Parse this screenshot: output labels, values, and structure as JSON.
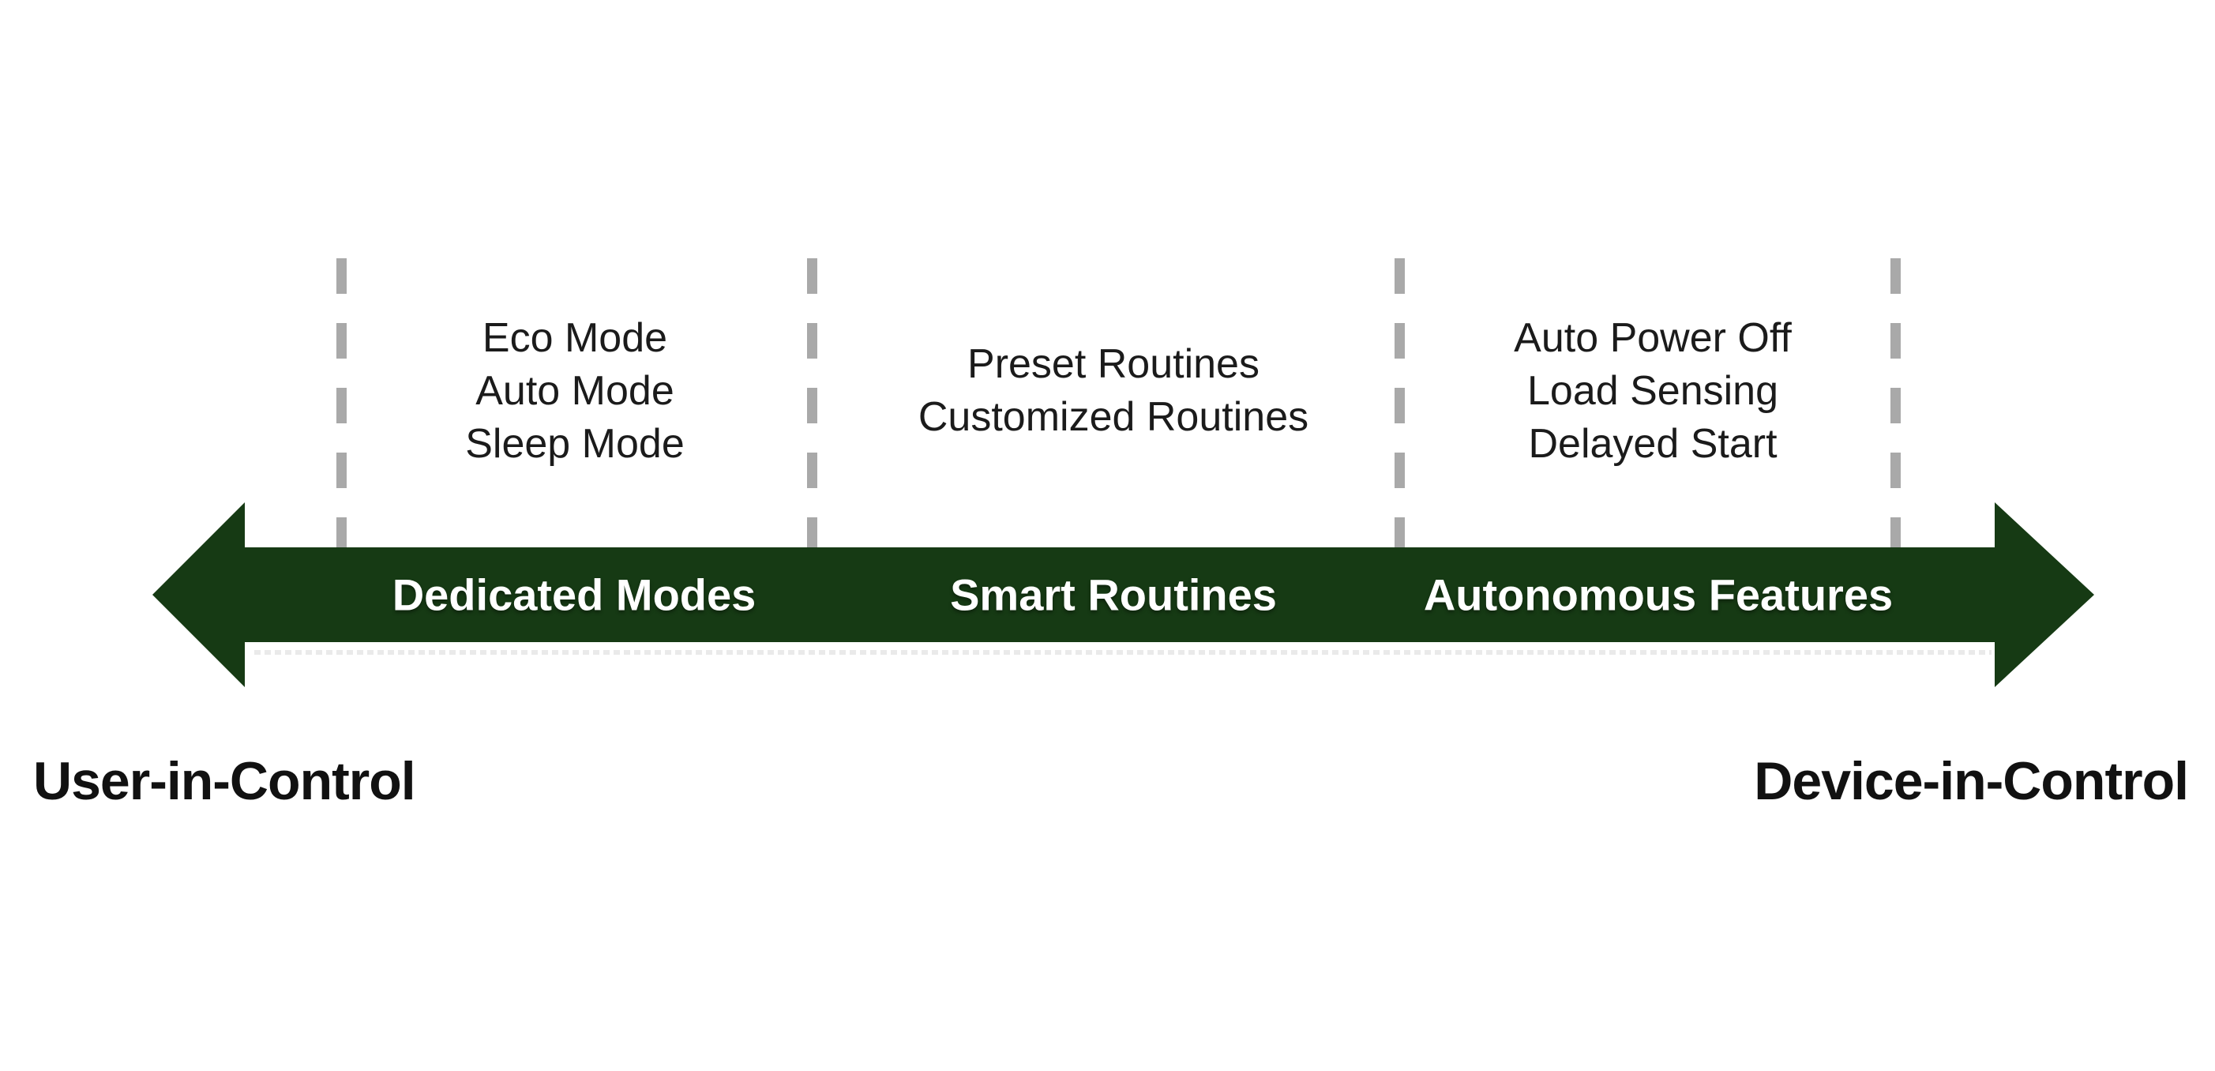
{
  "diagram": {
    "left_end_label": "User-in-Control",
    "right_end_label": "Device-in-Control",
    "sections": [
      {
        "label": "Dedicated Modes",
        "items": [
          "Eco Mode",
          "Auto Mode",
          "Sleep Mode"
        ]
      },
      {
        "label": "Smart Routines",
        "items": [
          "Preset Routines",
          "Customized Routines"
        ]
      },
      {
        "label": "Autonomous Features",
        "items": [
          "Auto Power Off",
          "Load Sensing",
          "Delayed Start"
        ]
      }
    ]
  },
  "colors": {
    "arrow": "#163a14",
    "dash": "#a9a9a9",
    "text": "#1b1b1b",
    "bg": "#ffffff"
  }
}
